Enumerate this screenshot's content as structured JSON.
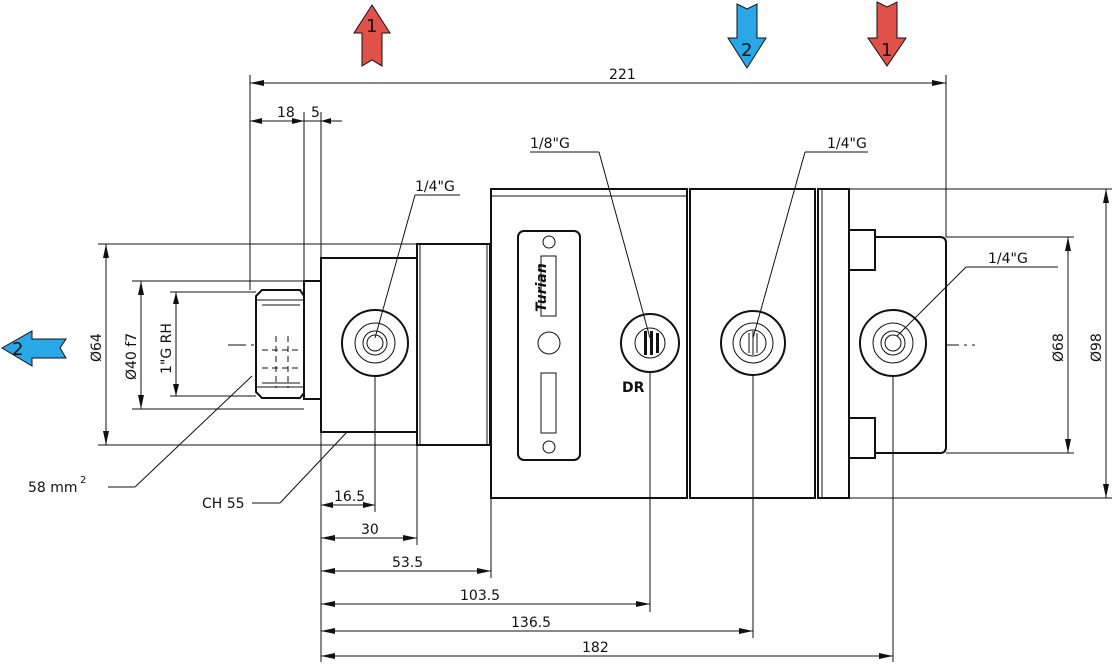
{
  "colors": {
    "flow_1": "#e0514a",
    "flow_2": "#2aa7e6",
    "line": "#111111"
  },
  "flow_arrows": [
    {
      "label": "1",
      "direction": "up",
      "color": "#e0514a"
    },
    {
      "label": "2",
      "direction": "down",
      "color": "#2aa7e6"
    },
    {
      "label": "1",
      "direction": "down",
      "color": "#e0514a"
    },
    {
      "label": "2",
      "direction": "left",
      "color": "#2aa7e6"
    }
  ],
  "dimensions": {
    "overall_length": "221",
    "thread_length": "18",
    "gap": "5",
    "port1_pos": "16.5",
    "hex_length": "30",
    "flange_pos": "53.5",
    "drain_pos": "103.5",
    "port2_pos": "136.5",
    "port3_pos": "182",
    "dia_64": "Ø64",
    "dia_40": "Ø40 f7",
    "thread_size": "1\"G RH",
    "dia_68": "Ø68",
    "dia_98": "Ø98"
  },
  "callouts": {
    "port_left": "1/4\"G",
    "drain_port": "1/8\"G",
    "port_mid": "1/4\"G",
    "port_right": "1/4\"G",
    "drain_label": "DR",
    "area": "58 mm",
    "area_exp": "2",
    "hex": "CH 55"
  },
  "brand": "Turian"
}
